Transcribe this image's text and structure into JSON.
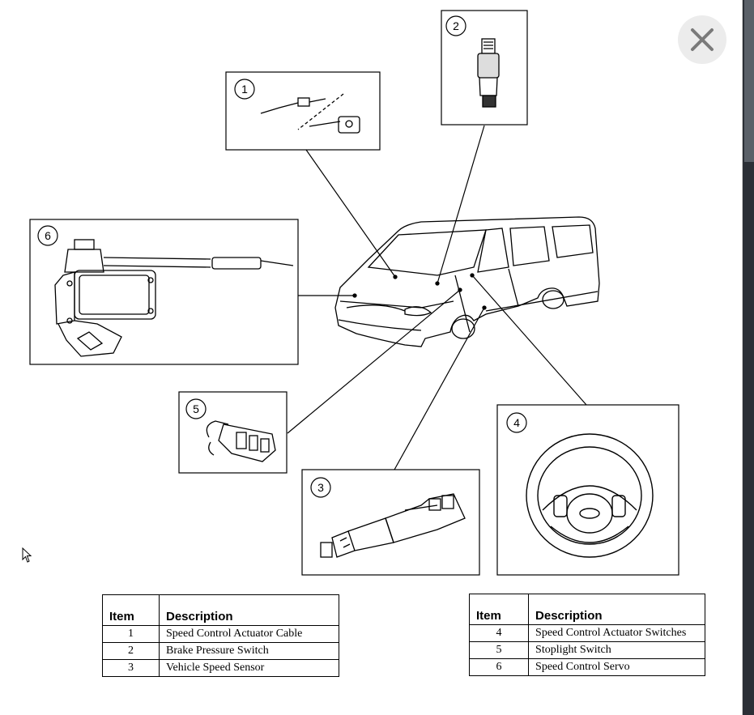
{
  "callouts": [
    "1",
    "2",
    "3",
    "4",
    "5",
    "6"
  ],
  "close_icon": "close-x-icon",
  "colors": {
    "background": "#ffffff",
    "line": "#000000",
    "close_bg": "#ececec",
    "close_x": "#7a7a7a",
    "scrollbar": "#2b2f36"
  },
  "table_left": {
    "headers": {
      "item": "Item",
      "description": "Description"
    },
    "rows": [
      {
        "item": "1",
        "description": "Speed Control Actuator Cable"
      },
      {
        "item": "2",
        "description": "Brake Pressure Switch"
      },
      {
        "item": "3",
        "description": "Vehicle Speed Sensor"
      }
    ]
  },
  "table_right": {
    "headers": {
      "item": "Item",
      "description": "Description"
    },
    "rows": [
      {
        "item": "4",
        "description": "Speed Control Actuator Switches"
      },
      {
        "item": "5",
        "description": "Stoplight Switch"
      },
      {
        "item": "6",
        "description": "Speed Control Servo"
      }
    ]
  }
}
